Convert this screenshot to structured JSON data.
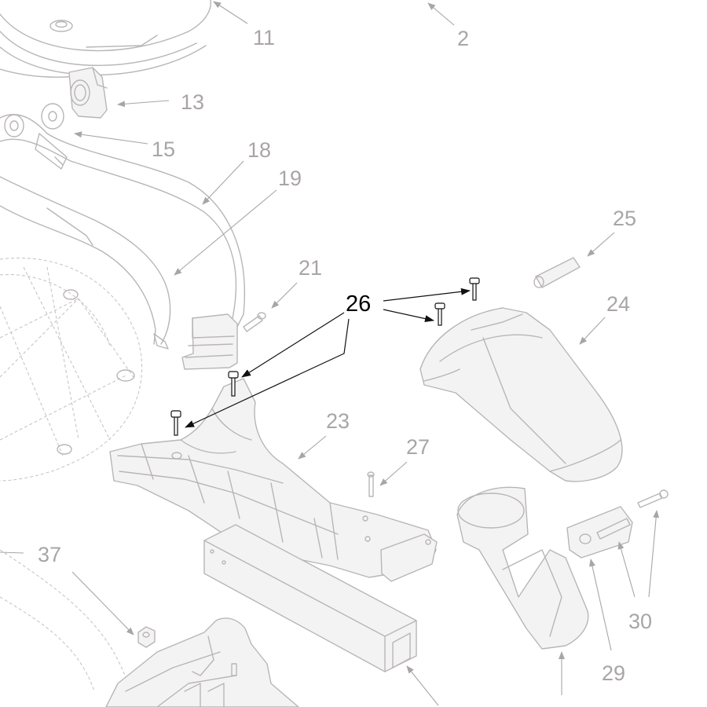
{
  "diagram": {
    "callouts": [
      {
        "id": "c11",
        "text": "11",
        "highlighted": false
      },
      {
        "id": "c2",
        "text": "2",
        "highlighted": false
      },
      {
        "id": "c13",
        "text": "13",
        "highlighted": false
      },
      {
        "id": "c15",
        "text": "15",
        "highlighted": false
      },
      {
        "id": "c18",
        "text": "18",
        "highlighted": false
      },
      {
        "id": "c19",
        "text": "19",
        "highlighted": false
      },
      {
        "id": "c25",
        "text": "25",
        "highlighted": false
      },
      {
        "id": "c21",
        "text": "21",
        "highlighted": false
      },
      {
        "id": "c26",
        "text": "26",
        "highlighted": true
      },
      {
        "id": "c24",
        "text": "24",
        "highlighted": false
      },
      {
        "id": "c23",
        "text": "23",
        "highlighted": false
      },
      {
        "id": "c27",
        "text": "27",
        "highlighted": false
      },
      {
        "id": "c37",
        "text": "37",
        "highlighted": false
      },
      {
        "id": "c30",
        "text": "30",
        "highlighted": false
      },
      {
        "id": "c29",
        "text": "29",
        "highlighted": false
      }
    ],
    "colors": {
      "background": "#ffffff",
      "part_line": "#b9b5b5",
      "muted_callout": "#a9a5a5",
      "highlight": "#000000"
    }
  }
}
